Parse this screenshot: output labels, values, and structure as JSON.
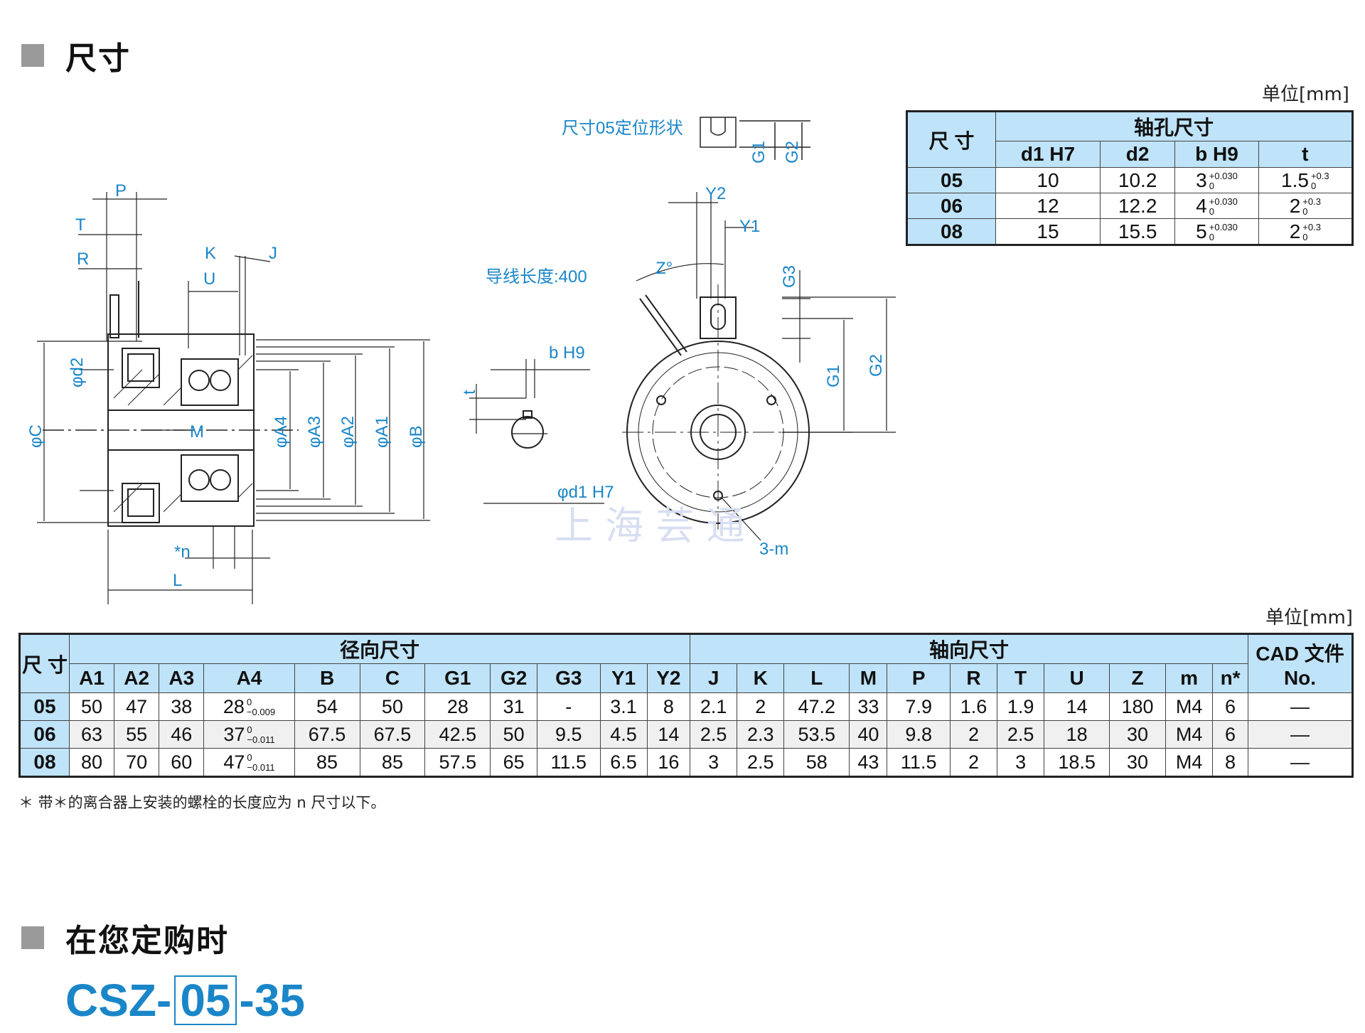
{
  "section1": {
    "title": "尺寸"
  },
  "section2": {
    "title": "在您定购时"
  },
  "unit_label": "单位[mm]",
  "diagram": {
    "label_05_shape": "尺寸05定位形状",
    "label_lead": "导线长度:400",
    "watermark": "上 海 芸 通",
    "labels": {
      "P": "P",
      "T": "T",
      "R": "R",
      "K": "K",
      "J": "J",
      "U": "U",
      "M": "M",
      "L": "L",
      "n": "*n",
      "C": "φC",
      "d2": "φd2",
      "A4": "φA4",
      "A3": "φA3",
      "A2": "φA2",
      "A1": "φA1",
      "B": "φB",
      "bH9": "b H9",
      "t": "t",
      "d1H7": "φd1 H7",
      "Y2": "Y2",
      "Y1": "Y1",
      "Z": "Z°",
      "G3": "G3",
      "G1": "G1",
      "G2": "G2",
      "3m": "3-m"
    }
  },
  "hole_table": {
    "title": "轴孔尺寸",
    "size_header": "尺 寸",
    "headers": [
      "d1 H7",
      "d2",
      "b H9",
      "t"
    ],
    "rows": [
      {
        "size": "05",
        "d1": "10",
        "d2": "10.2",
        "b": "3",
        "b_tol_top": "+0.030",
        "b_tol_bot": "0",
        "t": "1.5",
        "t_tol_top": "+0.3",
        "t_tol_bot": "0"
      },
      {
        "size": "06",
        "d1": "12",
        "d2": "12.2",
        "b": "4",
        "b_tol_top": "+0.030",
        "b_tol_bot": "0",
        "t": "2",
        "t_tol_top": "+0.3",
        "t_tol_bot": "0"
      },
      {
        "size": "08",
        "d1": "15",
        "d2": "15.5",
        "b": "5",
        "b_tol_top": "+0.030",
        "b_tol_bot": "0",
        "t": "2",
        "t_tol_top": "+0.3",
        "t_tol_bot": "0"
      }
    ]
  },
  "main_table": {
    "size_header": "尺 寸",
    "radial_header": "径向尺寸",
    "axial_header": "轴向尺寸",
    "cad_header": "CAD 文件 No.",
    "radial_cols": [
      "A1",
      "A2",
      "A3",
      "A4",
      "B",
      "C",
      "G1",
      "G2",
      "G3",
      "Y1",
      "Y2"
    ],
    "axial_cols": [
      "J",
      "K",
      "L",
      "M",
      "P",
      "R",
      "T",
      "U",
      "Z",
      "m",
      "n*"
    ],
    "rows": [
      {
        "size": "05",
        "radial": [
          "50",
          "47",
          "38",
          "28",
          "54",
          "50",
          "28",
          "31",
          "-",
          "3.1",
          "8"
        ],
        "a4_tol_top": "0",
        "a4_tol_bot": "−0.009",
        "axial": [
          "2.1",
          "2",
          "47.2",
          "33",
          "7.9",
          "1.6",
          "1.9",
          "14",
          "180",
          "M4",
          "6"
        ],
        "cad": "—"
      },
      {
        "size": "06",
        "radial": [
          "63",
          "55",
          "46",
          "37",
          "67.5",
          "67.5",
          "42.5",
          "50",
          "9.5",
          "4.5",
          "14"
        ],
        "a4_tol_top": "0",
        "a4_tol_bot": "−0.011",
        "axial": [
          "2.5",
          "2.3",
          "53.5",
          "40",
          "9.8",
          "2",
          "2.5",
          "18",
          "30",
          "M4",
          "6"
        ],
        "cad": "—"
      },
      {
        "size": "08",
        "radial": [
          "80",
          "70",
          "60",
          "47",
          "85",
          "85",
          "57.5",
          "65",
          "11.5",
          "6.5",
          "16"
        ],
        "a4_tol_top": "0",
        "a4_tol_bot": "−0.011",
        "axial": [
          "3",
          "2.5",
          "58",
          "43",
          "11.5",
          "2",
          "3",
          "18.5",
          "30",
          "M4",
          "8"
        ],
        "cad": "—"
      }
    ]
  },
  "note": "＊ 带＊的离合器上安装的螺栓的长度应为 n 尺寸以下。",
  "order_code": {
    "prefix": "CSZ-",
    "size": "05",
    "suffix": "-35"
  }
}
